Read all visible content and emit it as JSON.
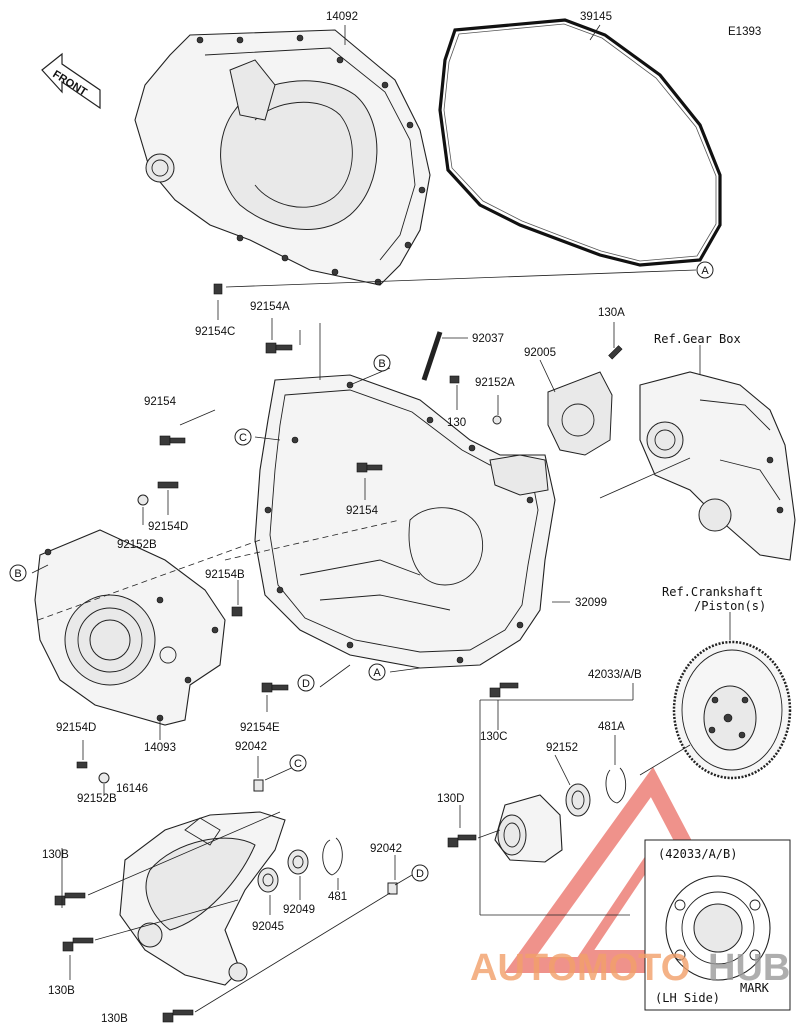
{
  "diagram_code": "E1393",
  "front_label": "FRONT",
  "callouts": [
    "A",
    "B",
    "C",
    "D"
  ],
  "parts": {
    "p14092": "14092",
    "p39145": "39145",
    "p92154C": "92154C",
    "p92154A": "92154A",
    "p92037": "92037",
    "p130A": "130A",
    "p92005": "92005",
    "p92152A": "92152A",
    "p130": "130",
    "p92154_left": "92154",
    "p92154_mid": "92154",
    "p92154D_top": "92154D",
    "p92152B_top": "92152B",
    "p92154B": "92154B",
    "p32099": "32099",
    "p92154E": "92154E",
    "p130C": "130C",
    "p92154D_bottom": "92154D",
    "p14093": "14093",
    "p92152B_bottom": "92152B",
    "p92042_top": "92042",
    "p16146": "16146",
    "p130B_1": "130B",
    "p130B_2": "130B",
    "p130B_3": "130B",
    "p92045": "92045",
    "p92049": "92049",
    "p481_left": "481",
    "p92042_bottom": "92042",
    "p42033": "42033/A/B",
    "p481A": "481A",
    "p92152": "92152",
    "p130D": "130D"
  },
  "references": {
    "gear_box": "Ref.Gear Box",
    "crankshaft_line1": "Ref.Crankshaft",
    "crankshaft_line2": "/Piston(s)"
  },
  "detail_box": {
    "title": "(42033/A/B)",
    "mark": "MARK",
    "side": "(LH Side)"
  },
  "watermark": {
    "part1": "AUTOMOTO",
    "part2": "HUB",
    "color1": "#f2a06a",
    "color2": "#9a9a9a",
    "triangle_color": "#e23a2e"
  }
}
